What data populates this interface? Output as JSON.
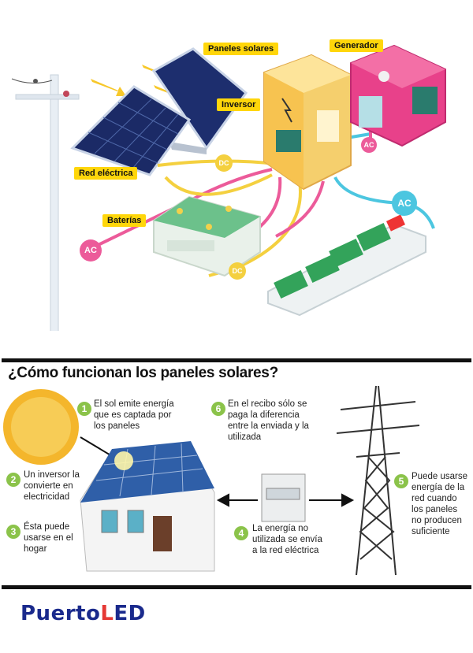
{
  "top_diagram": {
    "labels": {
      "panels": "Paneles solares",
      "generator": "Generador",
      "inverter": "Inversor",
      "grid": "Red eléctrica",
      "batteries": "Baterías"
    },
    "badges": {
      "dc_top": "DC",
      "dc_bottom": "DC",
      "ac_generator": "AC",
      "ac_right": "AC",
      "ac_left": "AC"
    }
  },
  "bottom_panel": {
    "title": "¿Cómo funcionan los paneles solares?",
    "steps": [
      {
        "num": "1",
        "text": "El sol emite energía que es captada por los paneles"
      },
      {
        "num": "2",
        "text": "Un inversor la convierte en electricidad"
      },
      {
        "num": "3",
        "text": "Ésta puede usarse en el hogar"
      },
      {
        "num": "4",
        "text": "La energía no utilizada se envía a la red eléctrica"
      },
      {
        "num": "5",
        "text": "Puede usarse energía de la red cuando los paneles no producen suficiente"
      },
      {
        "num": "6",
        "text": "En el recibo sólo se paga la diferencia entre la enviada y la utilizada"
      }
    ]
  },
  "brand": {
    "part1": "Puerto",
    "part2": "LED",
    "color_primary": "#1a2a8c",
    "color_accent": "#e53935"
  }
}
